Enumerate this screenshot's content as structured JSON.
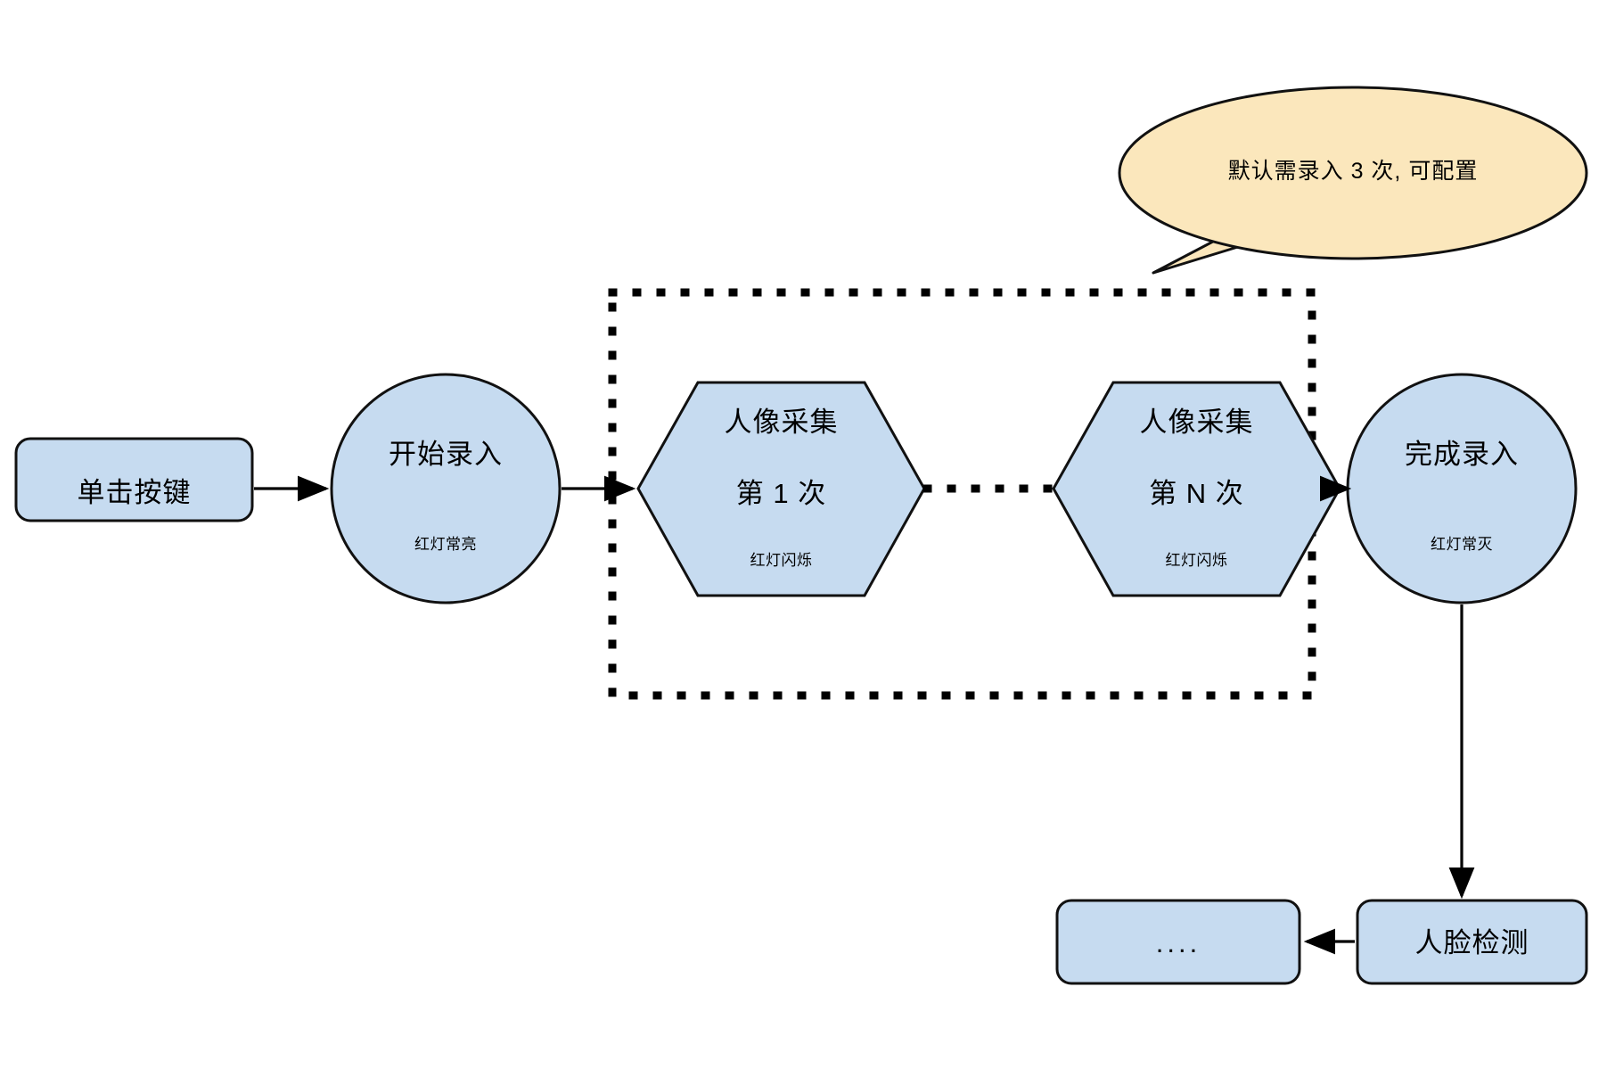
{
  "diagram": {
    "title": "Face enrollment flow",
    "colors": {
      "node_fill": "#c6dbf0",
      "node_stroke": "#111111",
      "callout_fill": "#fbe7bc",
      "edge": "#000000",
      "background": "#ffffff"
    },
    "nodes": [
      {
        "id": "click-key",
        "shape": "rounded-rect",
        "main": "单击按键",
        "sub": ""
      },
      {
        "id": "start-enroll",
        "shape": "circle",
        "main": "开始录入",
        "sub": "红灯常亮"
      },
      {
        "id": "capture-first",
        "shape": "hexagon",
        "main": "人像采集",
        "main2": "第 1 次",
        "sub": "红灯闪烁"
      },
      {
        "id": "capture-nth",
        "shape": "hexagon",
        "main": "人像采集",
        "main2": "第 N 次",
        "sub": "红灯闪烁"
      },
      {
        "id": "finish-enroll",
        "shape": "circle",
        "main": "完成录入",
        "sub": "红灯常灭"
      },
      {
        "id": "face-detect",
        "shape": "rounded-rect",
        "main": "人脸检测",
        "sub": ""
      },
      {
        "id": "more-steps",
        "shape": "rounded-rect",
        "main": "....",
        "sub": ""
      }
    ],
    "callout": {
      "id": "enroll-count-note",
      "text": "默认需录入 3 次, 可配置"
    },
    "group": {
      "id": "capture-loop-group",
      "style": "dotted-rectangle",
      "label": ""
    },
    "ellipsis_connector": {
      "id": "hexagon-ellipsis",
      "style": "dotted-line"
    }
  }
}
